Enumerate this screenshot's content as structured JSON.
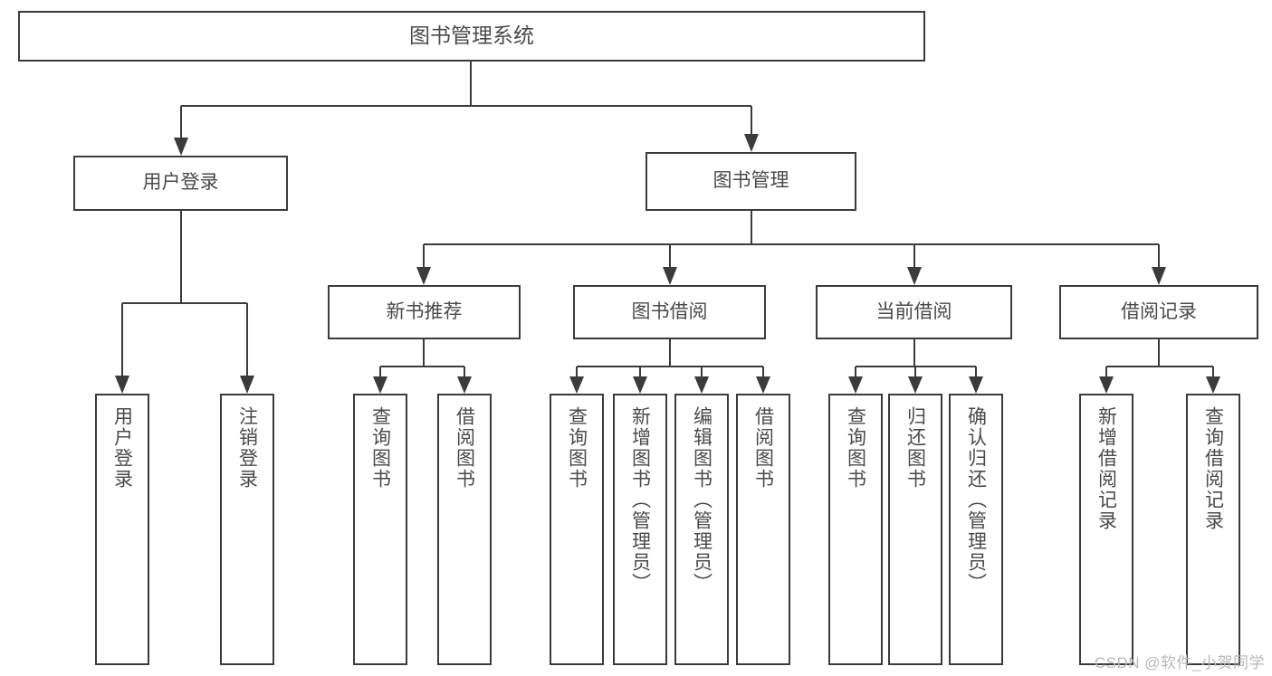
{
  "diagram": {
    "type": "tree-hierarchy",
    "title": "图书管理系统",
    "watermark": "CSDN @软件_小贺同学",
    "colors": {
      "stroke": "#3b3b3b",
      "text": "#4a4a4a",
      "background": "#ffffff",
      "watermark": "#b8b8b8"
    },
    "nodes": {
      "root": {
        "label": "图书管理系统"
      },
      "level2": [
        {
          "label": "用户登录"
        },
        {
          "label": "图书管理"
        }
      ],
      "level3": [
        {
          "label": "新书推荐"
        },
        {
          "label": "图书借阅"
        },
        {
          "label": "当前借阅"
        },
        {
          "label": "借阅记录"
        }
      ],
      "leaves": {
        "user_login": [
          {
            "label": "用户登录"
          },
          {
            "label": "注销登录"
          }
        ],
        "new_book": [
          {
            "label": "查询图书"
          },
          {
            "label": "借阅图书"
          }
        ],
        "book_borrow": [
          {
            "label": "查询图书"
          },
          {
            "label": "新增图书（管理员）"
          },
          {
            "label": "编辑图书（管理员）"
          },
          {
            "label": "借阅图书"
          }
        ],
        "current_borrow": [
          {
            "label": "查询图书"
          },
          {
            "label": "归还图书"
          },
          {
            "label": "确认归还（管理员）"
          }
        ],
        "borrow_record": [
          {
            "label": "新增借阅记录"
          },
          {
            "label": "查询借阅记录"
          }
        ]
      }
    }
  }
}
